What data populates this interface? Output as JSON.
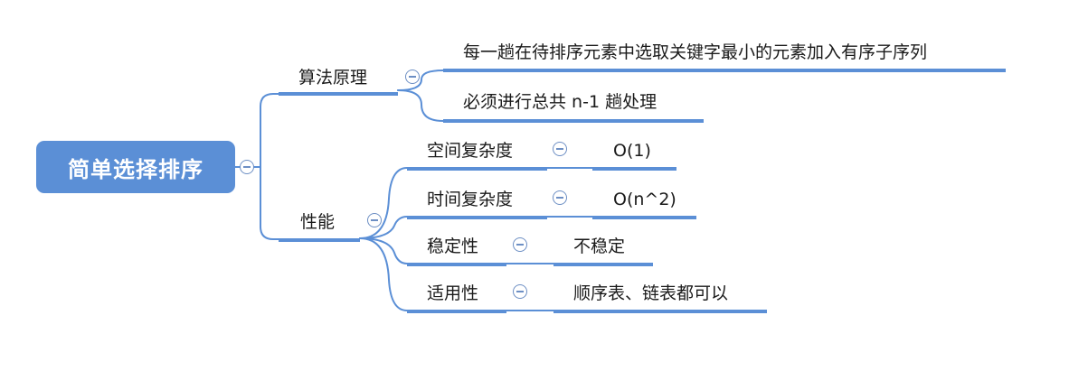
{
  "root": {
    "label": "简单选择排序"
  },
  "branches": [
    {
      "label": "算法原理",
      "children": [
        {
          "label": "每一趟在待排序元素中选取关键字最小的元素加入有序子序列"
        },
        {
          "label": "必须进行总共 n-1 趟处理"
        }
      ]
    },
    {
      "label": "性能",
      "children": [
        {
          "label": "空间复杂度",
          "value": "O(1)"
        },
        {
          "label": "时间复杂度",
          "value": "O(n^2)"
        },
        {
          "label": "稳定性",
          "value": "不稳定"
        },
        {
          "label": "适用性",
          "value": "顺序表、链表都可以"
        }
      ]
    }
  ],
  "colors": {
    "root_fill": "#5b8fd6",
    "line": "#5b8fd6",
    "collapse_icon": "#6d8fc4"
  }
}
